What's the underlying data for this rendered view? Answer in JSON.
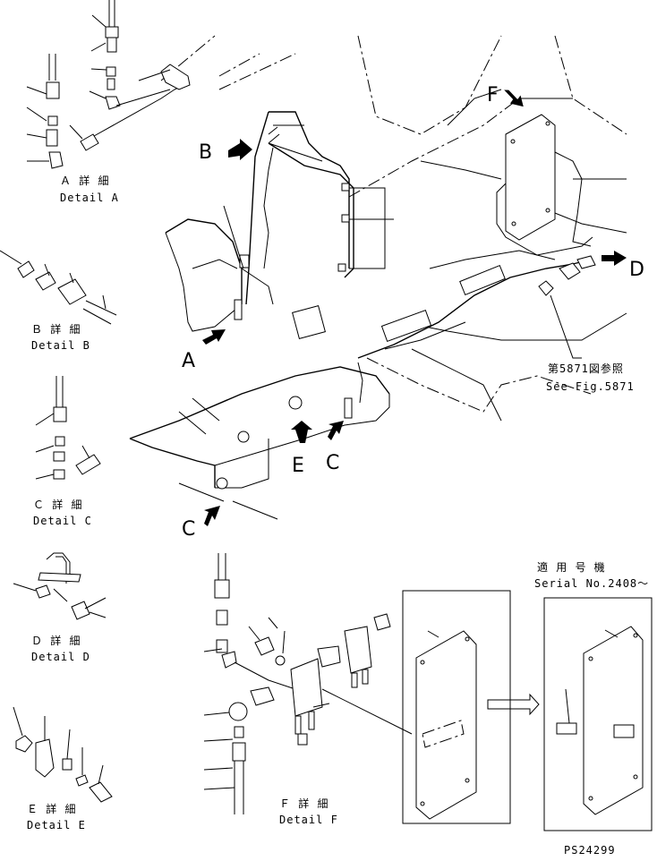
{
  "detail_a": {
    "jp": "Ａ 詳 細",
    "en": "Detail A"
  },
  "detail_b": {
    "jp": "Ｂ 詳 細",
    "en": "Detail B"
  },
  "detail_c": {
    "jp": "Ｃ 詳 細",
    "en": "Detail C"
  },
  "detail_d": {
    "jp": "Ｄ 詳 細",
    "en": "Detail D"
  },
  "detail_e": {
    "jp": "Ｅ 詳 細",
    "en": "Detail E"
  },
  "detail_f": {
    "jp": "Ｆ 詳 細",
    "en": "Detail F"
  },
  "view_labels": {
    "a": "A",
    "b": "B",
    "c": "C",
    "c2": "C",
    "d": "D",
    "e": "E",
    "f": "F"
  },
  "reference": {
    "jp": "第5871図参照",
    "en": "See Fig.5871"
  },
  "serial": {
    "jp": "適 用 号 機",
    "en": "Serial No.2408～"
  },
  "figure_number": "PS24299",
  "colors": {
    "line": "#000000",
    "background": "#ffffff"
  }
}
